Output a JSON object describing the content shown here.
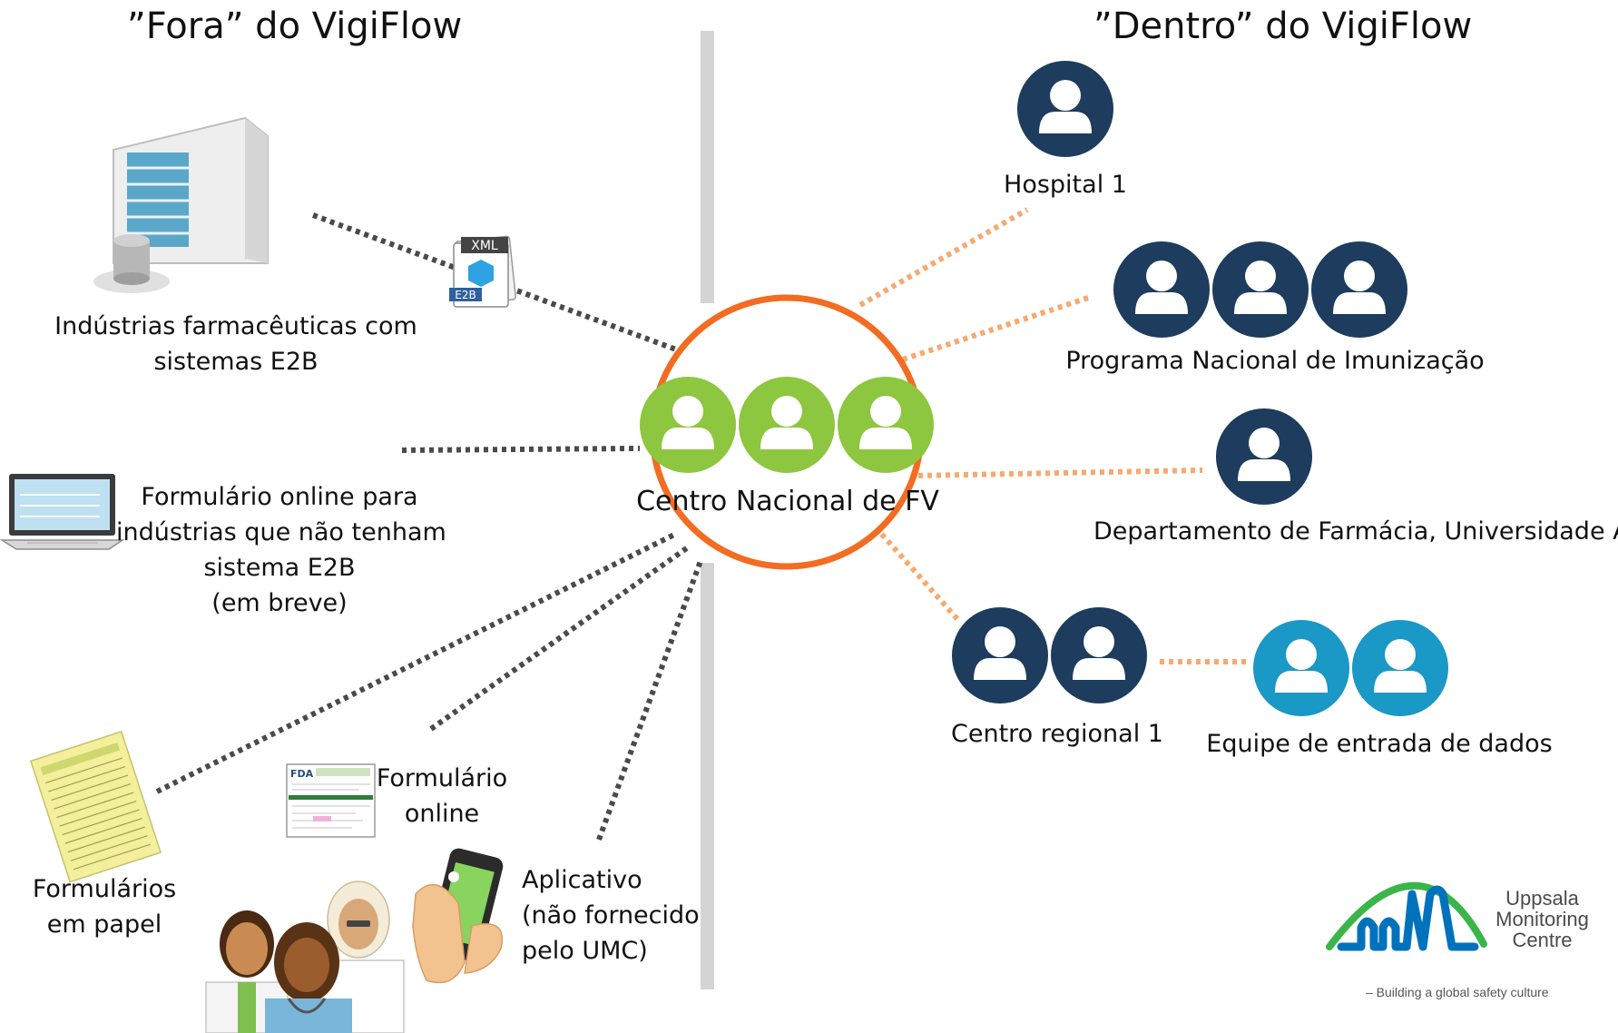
{
  "headings": {
    "outside": "”Fora” do VigiFlow",
    "inside": "”Dentro” do VigiFlow"
  },
  "center": {
    "label": "Centro Nacional de FV"
  },
  "outside_sources": {
    "pharma_industries": [
      "Indústrias farmacêuticas com",
      "sistemas E2B"
    ],
    "xml_badge": "XML",
    "e2b_badge": "E2B",
    "online_form_industry": [
      "Formulário online para",
      "indústrias que não tenham",
      "sistema E2B",
      "(em breve)"
    ],
    "online_form": [
      "Formulário",
      "online"
    ],
    "paper_forms": [
      "Formulários",
      "em papel"
    ],
    "app": [
      "Aplicativo",
      "(não fornecido",
      "pelo UMC)"
    ],
    "form_logo": "FDA"
  },
  "inside_nodes": {
    "hospital": "Hospital 1",
    "immunization": "Programa Nacional de Imunização",
    "pharmacy_dept": "Departamento de Farmácia, Universidade A",
    "regional_center": "Centro regional 1",
    "data_entry_team": "Equipe de entrada de dados"
  },
  "logo": {
    "line1": "Uppsala",
    "line2": "Monitoring",
    "line3": "Centre",
    "tagline": "– Building a global safety culture"
  },
  "colors": {
    "divider": "#d4d4d4",
    "center_ring": "#f26c22",
    "center_users": "#8dc63f",
    "inside_users": "#1d3c5e",
    "data_entry_users": "#1a98c6",
    "outside_links": "#4a4a4a",
    "inside_links": "#f7a96f",
    "logo_green": "#3bb54a",
    "logo_blue": "#0072bc"
  }
}
